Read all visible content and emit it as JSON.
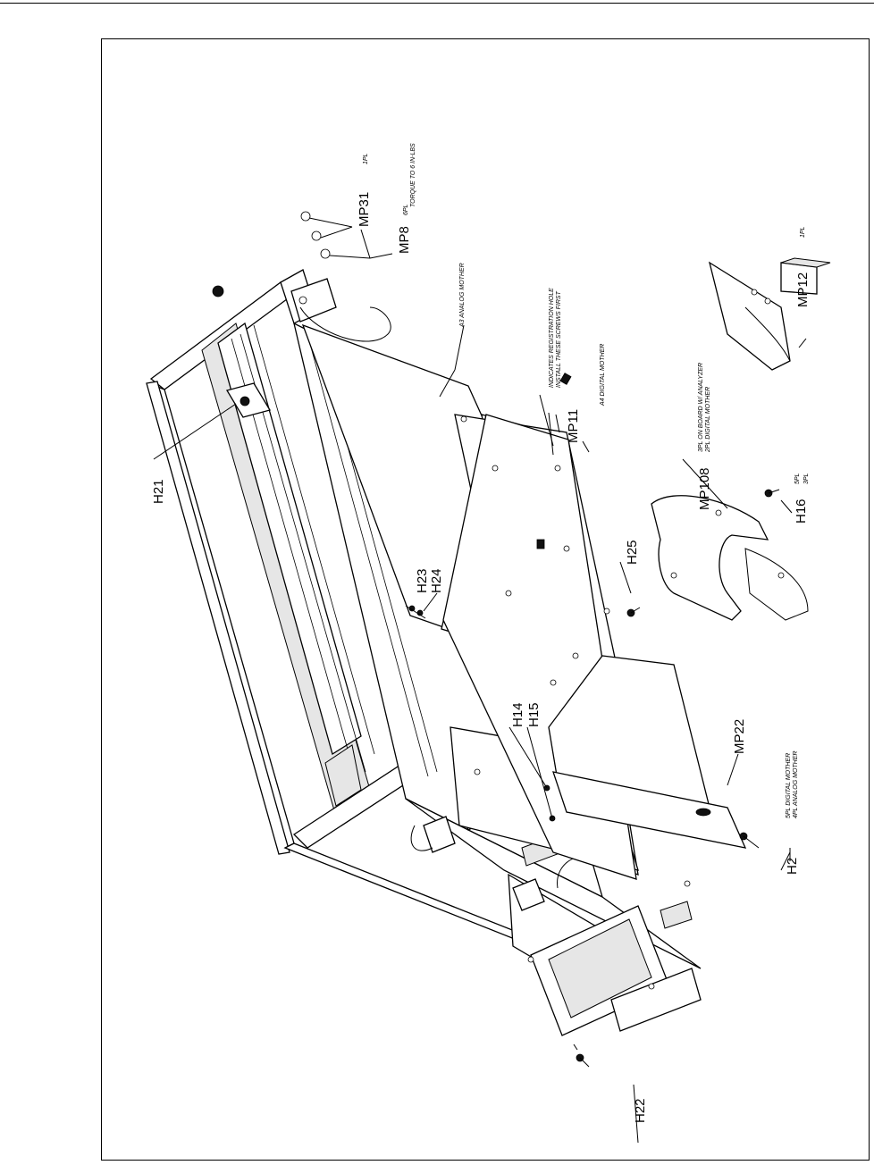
{
  "figure": {
    "labels": {
      "mp31": "MP31",
      "mp31_qty": "1PL",
      "mp8": "MP8",
      "mp8_qty": "6PL",
      "mp8_note": "TORQUE TO 6 IN-LBS",
      "a3": "A3 ANALOG MOTHER",
      "mp11_note1": "INDICATES REGISTRATION HOLE",
      "mp11_note2": "INSTALL THESE SCREWS FIRST",
      "mp11": "MP11",
      "a4": "A4 DIGITAL MOTHER",
      "mp12": "MP12",
      "mp12_qty": "1PL",
      "mp108": "MP108",
      "mp108_note1": "3PL ON BOARD W/ ANALYZER",
      "mp108_note2": "2PL DIGITAL MOTHER",
      "h16": "H16",
      "h16_qty1": "5PL",
      "h16_qty2": "3PL",
      "h21": "H21",
      "h23": "H23",
      "h24": "H24",
      "h25": "H25",
      "h14": "H14",
      "h15": "H15",
      "mp22": "MP22",
      "h2": "H2",
      "h2_note1": "5PL DIGITAL MOTHER",
      "h2_note2": "4PL ANALOG MOTHER",
      "h22": "H22"
    }
  }
}
